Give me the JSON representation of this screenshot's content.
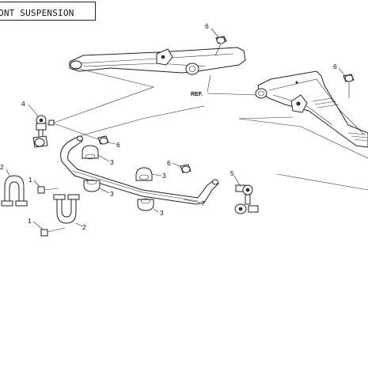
{
  "title": "ONT SUSPENSION",
  "reference_label": "REF.",
  "callouts": {
    "p1a": "1",
    "p1b": "1",
    "p2a": "2",
    "p2b": "2",
    "p3a": "3",
    "p3b": "3",
    "p3c": "3",
    "p3d": "3",
    "p4": "4",
    "p5": "5",
    "p6a": "6",
    "p6b": "6",
    "p6c": "6",
    "p6d": "6",
    "p7": "7"
  }
}
